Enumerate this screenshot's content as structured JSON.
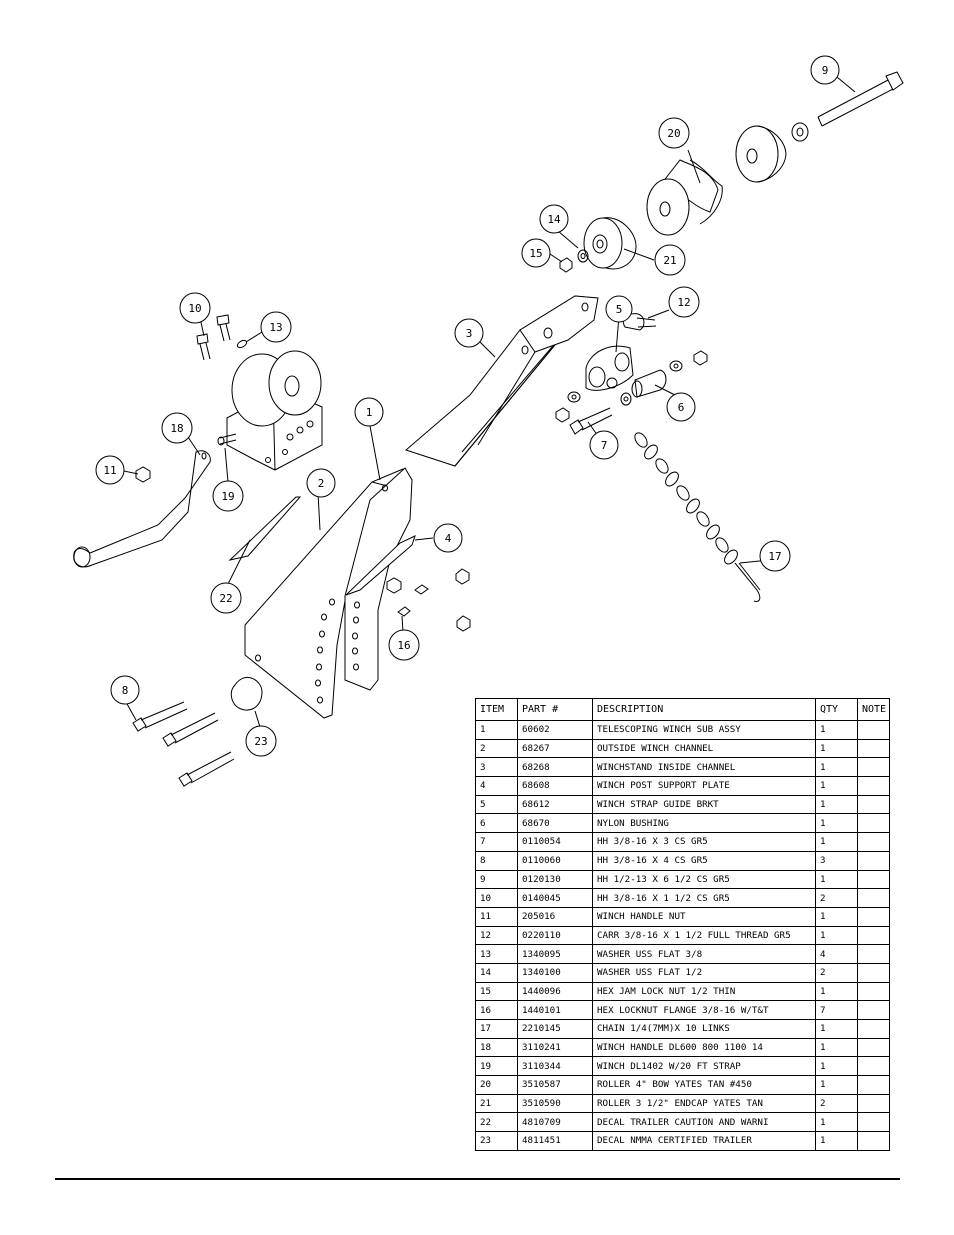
{
  "callouts": [
    "1",
    "2",
    "3",
    "4",
    "5",
    "6",
    "7",
    "8",
    "9",
    "10",
    "11",
    "12",
    "13",
    "14",
    "15",
    "16",
    "17",
    "18",
    "19",
    "20",
    "21",
    "22",
    "23"
  ],
  "table": {
    "headers": [
      "ITEM",
      "PART #",
      "DESCRIPTION",
      "QTY",
      "NOTE"
    ],
    "rows": [
      [
        "1",
        "60602",
        "TELESCOPING WINCH SUB ASSY",
        "1",
        ""
      ],
      [
        "2",
        "68267",
        "OUTSIDE WINCH CHANNEL",
        "1",
        ""
      ],
      [
        "3",
        "68268",
        "WINCHSTAND   INSIDE CHANNEL",
        "1",
        ""
      ],
      [
        "4",
        "68608",
        "WINCH POST SUPPORT PLATE",
        "1",
        ""
      ],
      [
        "5",
        "68612",
        "WINCH STRAP GUIDE BRKT",
        "1",
        ""
      ],
      [
        "6",
        "68670",
        "NYLON BUSHING",
        "1",
        ""
      ],
      [
        "7",
        "0110054",
        "HH 3/8-16 X 3 CS GR5",
        "1",
        ""
      ],
      [
        "8",
        "0110060",
        "HH 3/8-16 X 4 CS GR5",
        "3",
        ""
      ],
      [
        "9",
        "0120130",
        "HH 1/2-13 X 6 1/2 CS GR5",
        "1",
        ""
      ],
      [
        "10",
        "0140045",
        "HH 3/8-16 X 1 1/2 CS GR5",
        "2",
        ""
      ],
      [
        "11",
        "205016",
        "WINCH HANDLE NUT",
        "1",
        ""
      ],
      [
        "12",
        "0220110",
        "CARR 3/8-16 X 1 1/2 FULL THREAD GR5",
        "1",
        ""
      ],
      [
        "13",
        "1340095",
        "WASHER USS FLAT 3/8",
        "4",
        ""
      ],
      [
        "14",
        "1340100",
        "WASHER USS FLAT 1/2",
        "2",
        ""
      ],
      [
        "15",
        "1440096",
        "HEX JAM LOCK NUT 1/2 THIN",
        "1",
        ""
      ],
      [
        "16",
        "1440101",
        "HEX LOCKNUT FLANGE 3/8-16 W/T&T",
        "7",
        ""
      ],
      [
        "17",
        "2210145",
        "CHAIN 1/4(7MM)X 10 LINKS",
        "1",
        ""
      ],
      [
        "18",
        "3110241",
        "WINCH HANDLE   DL600 800 1100 14",
        "1",
        ""
      ],
      [
        "19",
        "3110344",
        "WINCH DL1402 W/20 FT STRAP",
        "1",
        ""
      ],
      [
        "20",
        "3510587",
        "ROLLER 4\" BOW YATES TAN #450",
        "1",
        ""
      ],
      [
        "21",
        "3510590",
        "ROLLER 3 1/2\" ENDCAP YATES TAN",
        "2",
        ""
      ],
      [
        "22",
        "4810709",
        "DECAL TRAILER CAUTION AND WARNI",
        "1",
        ""
      ],
      [
        "23",
        "4811451",
        " DECAL NMMA CERTIFIED TRAILER",
        "1",
        ""
      ]
    ]
  }
}
